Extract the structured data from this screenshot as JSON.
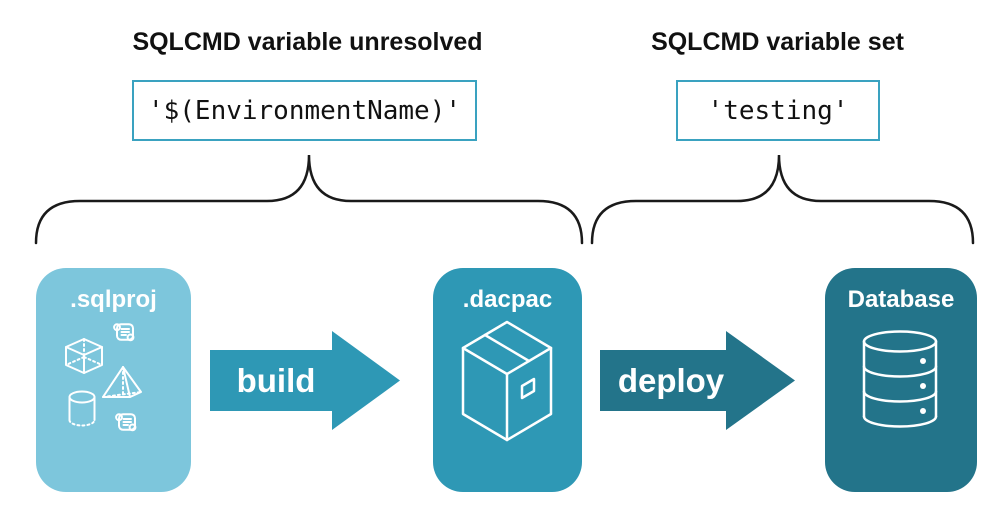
{
  "left_group": {
    "heading": "SQLCMD variable unresolved",
    "code": "'$(EnvironmentName)'"
  },
  "right_group": {
    "heading": "SQLCMD variable set",
    "code": "'testing'"
  },
  "pipeline": {
    "source": {
      "label": ".sqlproj",
      "icons": [
        "scroll-icon",
        "cube-icon",
        "pyramid-icon",
        "cylinder-icon",
        "scroll-icon"
      ]
    },
    "build_arrow": {
      "label": "build"
    },
    "artifact": {
      "label": ".dacpac",
      "icons": [
        "package-box-icon"
      ]
    },
    "deploy_arrow": {
      "label": "deploy"
    },
    "target": {
      "label": "Database",
      "icons": [
        "database-icon"
      ]
    }
  },
  "colors": {
    "source_card": "#7dc6dc",
    "artifact_card_and_build_arrow": "#2e98b5",
    "target_card_and_deploy_arrow": "#23748a",
    "code_box_border": "#3aa2c0",
    "heading_text": "#111111",
    "brace_stroke": "#1a1a1a",
    "icon_stroke": "#ffffff"
  }
}
